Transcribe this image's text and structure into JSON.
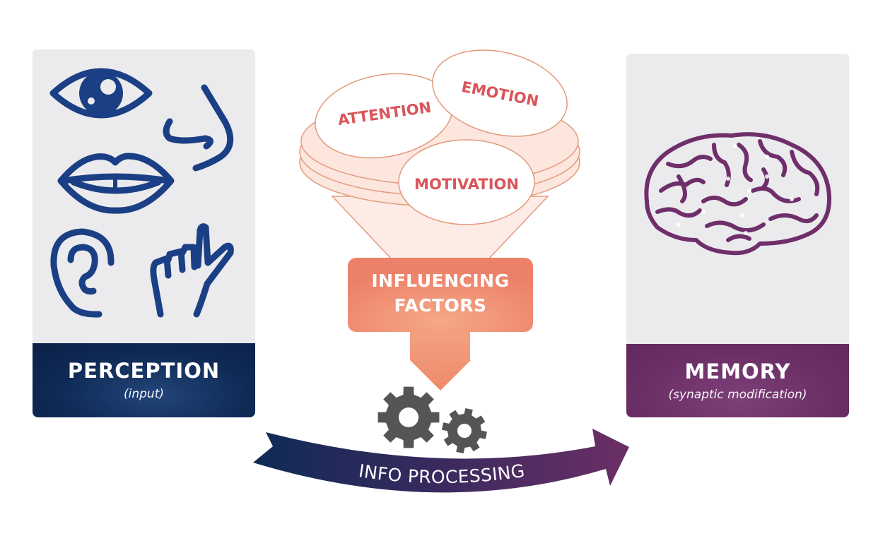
{
  "perception": {
    "title": "PERCEPTION",
    "subtitle": "(input)",
    "icons": [
      "eye-icon",
      "nose-icon",
      "lips-icon",
      "ear-icon",
      "hand-icon"
    ],
    "color": "#1b3f84"
  },
  "memory": {
    "title": "MEMORY",
    "subtitle": "(synaptic modification)",
    "icons": [
      "brain-icon"
    ],
    "color": "#6f2f6a"
  },
  "factors": {
    "items": [
      "ATTENTION",
      "EMOTION",
      "MOTIVATION"
    ],
    "box_line1": "INFLUENCING",
    "box_line2": "FACTORS",
    "color": "#ef8a6c",
    "text_color": "#d9555a"
  },
  "processing": {
    "label": "INFO PROCESSING",
    "icons": [
      "gear-large-icon",
      "gear-small-icon"
    ],
    "gradient_start": "#0f2a55",
    "gradient_end": "#6b2f66"
  }
}
